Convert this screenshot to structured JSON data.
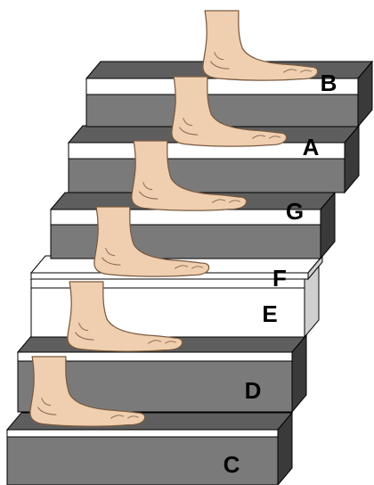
{
  "steps": [
    {
      "label": "C"
    },
    {
      "label": "D"
    },
    {
      "label": "E"
    },
    {
      "label": "F"
    },
    {
      "label": "G"
    },
    {
      "label": "A"
    },
    {
      "label": "B"
    }
  ],
  "colors": {
    "tread_white": "#ffffff",
    "tread_dark": "#5e5e5e",
    "riser_white": "#ffffff",
    "riser_dark": "#7a7a7a",
    "side_light": "#cfcfcf",
    "side_dark": "#3a3a3a",
    "outline": "#000000",
    "foot_skin": "#f0cfb0",
    "foot_line": "#7a5a40"
  },
  "icons": [
    "foot-icon"
  ]
}
